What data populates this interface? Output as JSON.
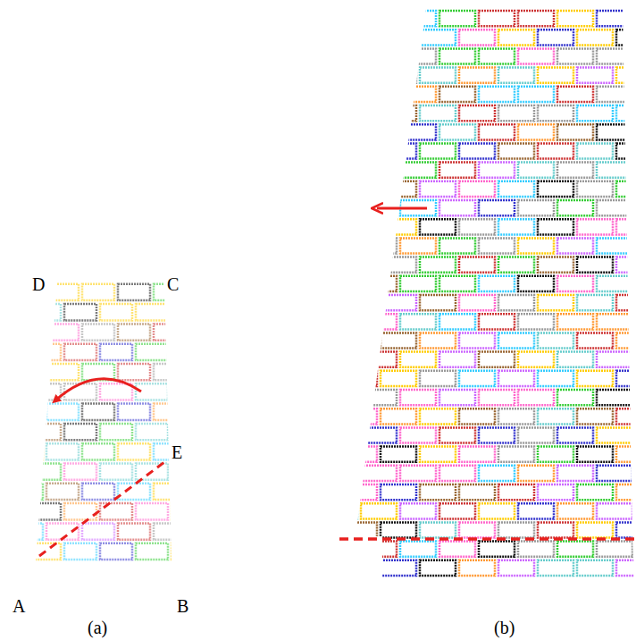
{
  "diagram": {
    "labels": [
      "D",
      "C",
      "E",
      "A",
      "B",
      "(a)",
      "(b)"
    ]
  }
}
